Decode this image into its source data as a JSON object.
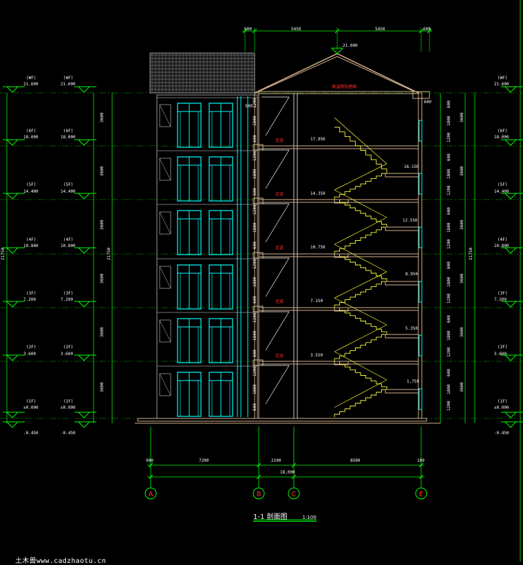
{
  "title": {
    "main": "1-1 剖面图",
    "scale": "1:100"
  },
  "watermark": "土木兽www.cadzhaotu.cn",
  "top_dims": [
    "600",
    "5450",
    "5450",
    "600"
  ],
  "roof_ridge_elev": "21.000",
  "roof_label": "保温隔热屋面",
  "bottom_dims": [
    "900",
    "7200",
    "2100",
    "8500",
    "100"
  ],
  "bottom_total": "18,000",
  "axes": [
    "A",
    "B",
    "C",
    "E"
  ],
  "left_levels": [
    {
      "floor": "(WF)",
      "elev": "21.600"
    },
    {
      "floor": "(6F)",
      "elev": "18.000"
    },
    {
      "floor": "(5F)",
      "elev": "14.400"
    },
    {
      "floor": "(4F)",
      "elev": "10.800"
    },
    {
      "floor": "(3F)",
      "elev": "7.200"
    },
    {
      "floor": "(2F)",
      "elev": "3.600"
    },
    {
      "floor": "(1F)",
      "elev": "±0.000"
    }
  ],
  "left_levels_2": [
    {
      "floor": "(WF)",
      "elev": "21.600"
    },
    {
      "floor": "(6F)",
      "elev": "18.000"
    },
    {
      "floor": "(5F)",
      "elev": "14.400"
    },
    {
      "floor": "(4F)",
      "elev": "10.800"
    },
    {
      "floor": "(3F)",
      "elev": "7.200"
    },
    {
      "floor": "(2F)",
      "elev": "3.600"
    },
    {
      "floor": "(1F)",
      "elev": "±0.000"
    }
  ],
  "right_levels": [
    {
      "floor": "(WF)",
      "elev": "21.600"
    },
    {
      "floor": "(6F)",
      "elev": "18.000"
    },
    {
      "floor": "(5F)",
      "elev": "14.400"
    },
    {
      "floor": "(4F)",
      "elev": "10.800"
    },
    {
      "floor": "(3F)",
      "elev": "7.200"
    },
    {
      "floor": "(2F)",
      "elev": "3.600"
    },
    {
      "floor": "(1F)",
      "elev": "±0.000"
    }
  ],
  "ground_left": "-0.450",
  "ground_left_2": "-0.450",
  "ground_right": "-0.450",
  "left_story_dims": [
    "3600",
    "3600",
    "3600",
    "3600",
    "3600",
    "3600"
  ],
  "left_total": "21750",
  "left_total_2": "21750",
  "right_total": "21750",
  "mid_col_dims": [
    "1200",
    "1800",
    "600",
    "1200",
    "1800",
    "600",
    "1200",
    "1800",
    "600",
    "1200",
    "1800",
    "600",
    "1200",
    "1800",
    "600",
    "1200",
    "1800",
    "600"
  ],
  "right_col_dims": [
    "600",
    "1800",
    "1200",
    "600",
    "1800",
    "1200",
    "600",
    "1800",
    "1200",
    "600",
    "1800",
    "1200",
    "600",
    "1800",
    "1200",
    "600",
    "1800",
    "1200"
  ],
  "right_story_dims": [
    "3600",
    "3600",
    "3600",
    "3600",
    "3600",
    "3600"
  ],
  "stair_landings": [
    "16.150",
    "12.550",
    "8.950",
    "5.350",
    "1.750"
  ],
  "room_floor_elevs": [
    "17.950",
    "14.350",
    "10.750",
    "7.150",
    "3.550"
  ],
  "room_label": "走道",
  "parapet_dim": "600",
  "window_head_dim": "500"
}
